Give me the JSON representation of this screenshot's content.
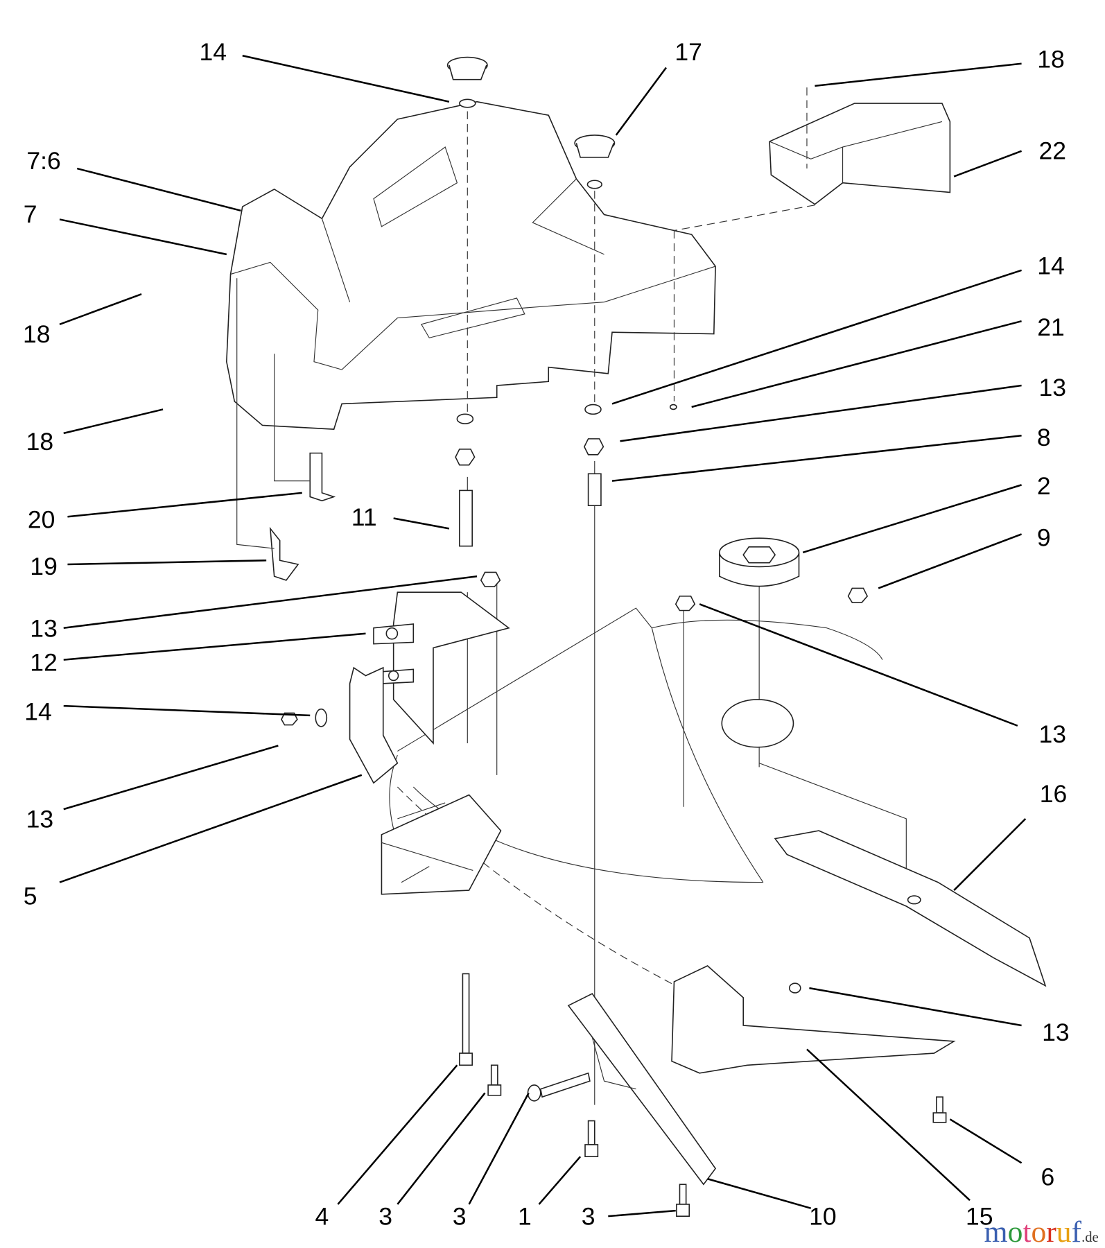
{
  "diagram": {
    "callouts": [
      {
        "id": "c1",
        "text": "14"
      },
      {
        "id": "c2",
        "text": "17"
      },
      {
        "id": "c3",
        "text": "18"
      },
      {
        "id": "c4",
        "text": "22"
      },
      {
        "id": "c5",
        "text": "7:6"
      },
      {
        "id": "c6",
        "text": "7"
      },
      {
        "id": "c7",
        "text": "14"
      },
      {
        "id": "c8",
        "text": "18"
      },
      {
        "id": "c9",
        "text": "21"
      },
      {
        "id": "c10",
        "text": "13"
      },
      {
        "id": "c11",
        "text": "18"
      },
      {
        "id": "c12",
        "text": "8"
      },
      {
        "id": "c13",
        "text": "2"
      },
      {
        "id": "c14",
        "text": "20"
      },
      {
        "id": "c15",
        "text": "11"
      },
      {
        "id": "c16",
        "text": "9"
      },
      {
        "id": "c17",
        "text": "19"
      },
      {
        "id": "c18",
        "text": "13"
      },
      {
        "id": "c19",
        "text": "12"
      },
      {
        "id": "c20",
        "text": "14"
      },
      {
        "id": "c21",
        "text": "13"
      },
      {
        "id": "c22",
        "text": "13"
      },
      {
        "id": "c23",
        "text": "16"
      },
      {
        "id": "c24",
        "text": "5"
      },
      {
        "id": "c25",
        "text": "13"
      },
      {
        "id": "c26",
        "text": "6"
      },
      {
        "id": "c27",
        "text": "15"
      },
      {
        "id": "c28",
        "text": "4"
      },
      {
        "id": "c29",
        "text": "3"
      },
      {
        "id": "c30",
        "text": "3"
      },
      {
        "id": "c31",
        "text": "1"
      },
      {
        "id": "c32",
        "text": "3"
      },
      {
        "id": "c33",
        "text": "10"
      }
    ],
    "watermark": {
      "text": "motoruf",
      "suffix": ".de",
      "colors": [
        "#3a5fb0",
        "#2e9a3c",
        "#e0407a",
        "#e07020",
        "#d83020",
        "#e8a010"
      ]
    }
  }
}
